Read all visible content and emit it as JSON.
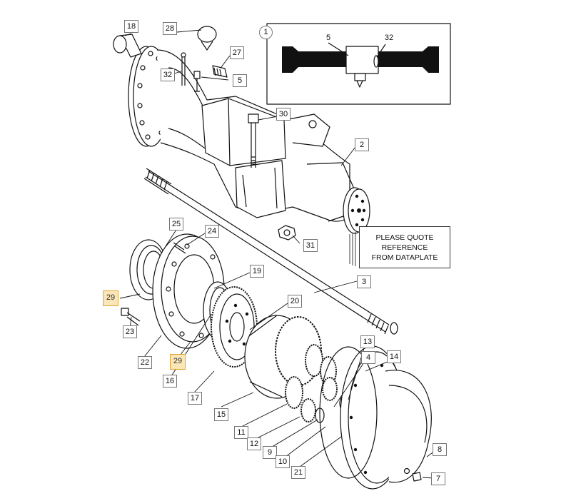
{
  "inset": {
    "number": "1",
    "labels": [
      "5",
      "32"
    ]
  },
  "dataplate": {
    "lines": [
      "PLEASE QUOTE",
      "REFERENCE",
      "FROM DATAPLATE"
    ]
  },
  "callouts": {
    "c18": "18",
    "c28": "28",
    "c27": "27",
    "c32": "32",
    "c5": "5",
    "c30": "30",
    "c2": "2",
    "c31": "31",
    "c3": "3",
    "c25": "25",
    "c24": "24",
    "c19": "19",
    "c29a": "29",
    "c29b": "29",
    "c23": "23",
    "c22": "22",
    "c16": "16",
    "c17": "17",
    "c20": "20",
    "c13": "13",
    "c4": "4",
    "c14": "14",
    "c15": "15",
    "c11": "11",
    "c12": "12",
    "c9": "9",
    "c10": "10",
    "c21": "21",
    "c8": "8",
    "c7": "7"
  },
  "highlight_color": "#fbe6b8"
}
